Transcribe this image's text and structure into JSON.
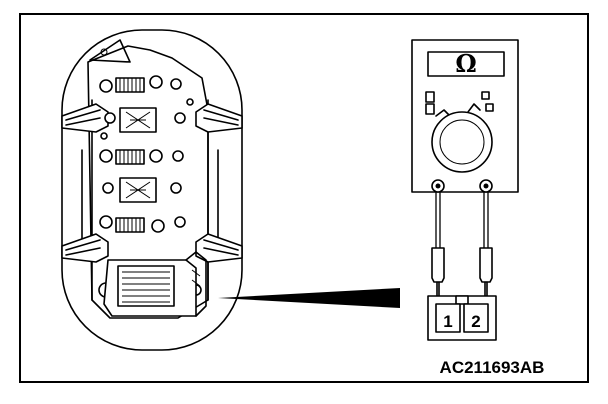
{
  "diagram": {
    "reference_code": "AC211693AB",
    "meter_unit_symbol": "Ω",
    "terminals": [
      {
        "label": "1"
      },
      {
        "label": "2"
      }
    ]
  },
  "colors": {
    "line": "#000000",
    "background": "#ffffff"
  }
}
